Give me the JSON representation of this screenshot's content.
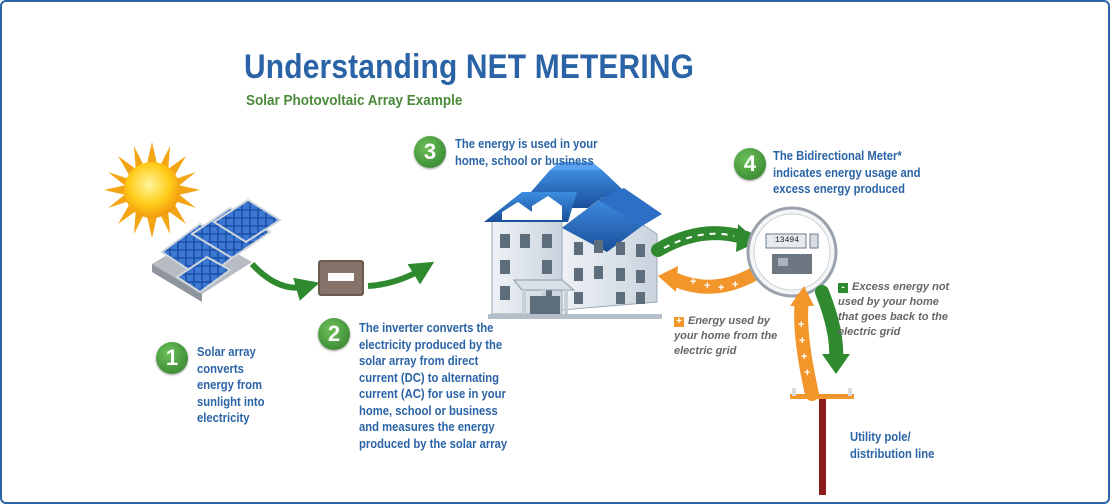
{
  "title": "Understanding NET METERING",
  "subtitle": "Solar Photovoltaic Array Example",
  "steps": [
    {
      "number": "1",
      "text": "Solar array converts energy from sunlight into electricity"
    },
    {
      "number": "2",
      "text": "The inverter converts the electricity produced by the solar array from direct current (DC) to alternating current (AC) for use in your home, school or business and measures the energy produced by the solar array"
    },
    {
      "number": "3",
      "text": "The energy is used in your home, school or business"
    },
    {
      "number": "4",
      "text": "The Bidirectional Meter* indicates energy usage and excess energy produced"
    }
  ],
  "notes": {
    "energy_used": {
      "sign": "+",
      "text": "Energy used by your home from the electric grid"
    },
    "excess_energy": {
      "sign": "-",
      "text": "Excess energy not used by your home that goes back to the electric grid"
    }
  },
  "meter_reading": "13494",
  "utility_label": "Utility pole/ distribution line",
  "colors": {
    "title": "#2a64a6",
    "green": "#2f8a2f",
    "orange": "#f2962b",
    "badge": "#3f9a35"
  }
}
